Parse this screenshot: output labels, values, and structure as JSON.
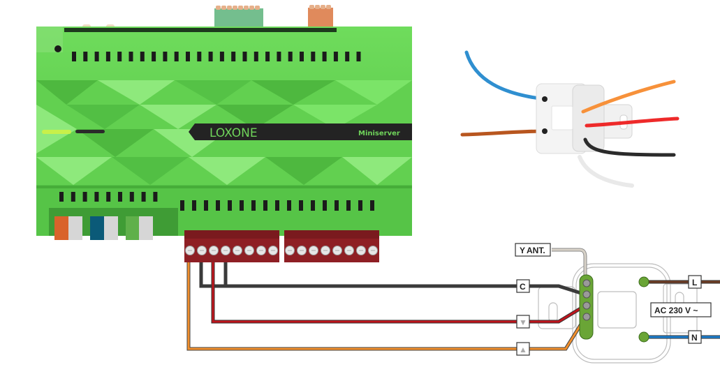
{
  "miniserver": {
    "brand": "LOXONE",
    "model": "Miniserver",
    "colors": {
      "body": "#5fcf4f",
      "terminal": "#8e1f24",
      "label_band": "#232323",
      "brand_text": "#6fd35a"
    },
    "top_connectors": [
      "green-connector",
      "orange-connector"
    ],
    "bottom_ports": [
      {
        "name": "port-orange",
        "color": "#d9632b"
      },
      {
        "name": "port-blue",
        "color": "#0b5a78"
      },
      {
        "name": "port-green",
        "color": "#5fb04a"
      }
    ],
    "terminal_blocks": [
      {
        "screws": 8
      },
      {
        "screws": 8
      }
    ]
  },
  "actuator_photo": {
    "wires": [
      {
        "name": "blue",
        "color": "#2f8fd0"
      },
      {
        "name": "brown",
        "color": "#b8561f"
      },
      {
        "name": "orange",
        "color": "#f7913a"
      },
      {
        "name": "red",
        "color": "#ee2a2a"
      },
      {
        "name": "black",
        "color": "#2b2b2b"
      },
      {
        "name": "white",
        "color": "#eeeeee"
      }
    ]
  },
  "wiring": {
    "labels": {
      "antenna": "ANT.",
      "antenna_icon": "Y",
      "common": "C",
      "down_icon": "▼",
      "up_icon": "▲",
      "live": "L",
      "neutral": "N",
      "supply": "AC 230 V ~"
    },
    "wire_colors": {
      "common": "#3a3a3a",
      "down": "#c0141c",
      "up": "#f28f2c",
      "live": "#6e3d25",
      "neutral": "#1b7fd1",
      "antenna": "#d8d2c8"
    },
    "terminal_color": "#6aa536"
  }
}
